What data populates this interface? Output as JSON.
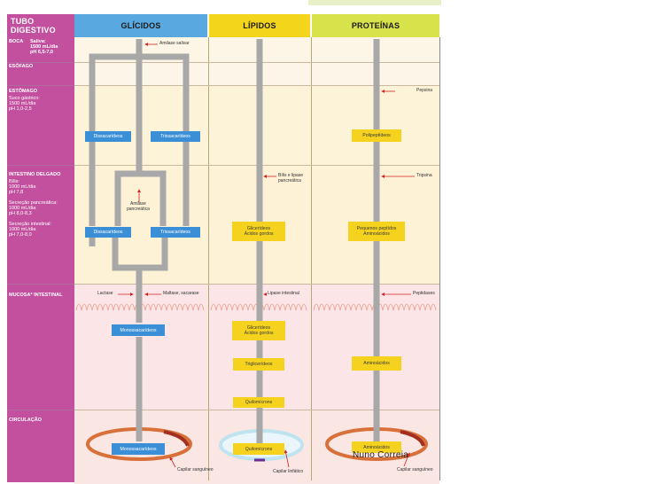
{
  "headers": {
    "digestive": "TUBO DIGESTIVO",
    "glucids": "GLÍCIDOS",
    "lipids": "LÍPIDOS",
    "proteins": "PROTEÍNAS"
  },
  "sections": {
    "mouth": {
      "title": "BOCA",
      "detail": "Saliva:\n1500 mL/dia\npH 6,5-7,0"
    },
    "esophagus": {
      "title": "ESÓFAGO"
    },
    "stomach": {
      "title": "ESTÔMAGO",
      "detail": "Suco gástrico:\n1500 mL/dia\npH 1,0-2,5"
    },
    "intestine": {
      "title": "INTESTINO DELGADO",
      "detail": "Bílis:\n1000 mL/dia\npH 7,8\n\nSecreção pancreática:\n1000 mL/dia\npH 8,0-8,3\n\nSecreção intestinal:\n1000 mL/dia\npH 7,0-8,0"
    },
    "mucosa": {
      "title": "MUCOSA* INTESTINAL"
    },
    "circulation": {
      "title": "CIRCULAÇÃO"
    }
  },
  "boxes": {
    "dissacarideos_1": "Dissacarídeos",
    "trissacarideos_1": "Trissacarídeos",
    "dissacarideos_2": "Dissacarídeos",
    "trissacarideos_2": "Trissacarídeos",
    "monossacarideos_1": "Monossacarídeos",
    "monossacarideos_2": "Monossacarídeos",
    "gliceridos_1": "Glicerídeos\nÁcidos gordos",
    "gliceridos_2": "Glicerídeos\nÁcidos gordos",
    "trigliceridos": "Triglicerídeos",
    "quilomicrons_1": "Quilomícrons",
    "quilomicrons_2": "Quilomícrons",
    "polipeptideos": "Polipeptídeos",
    "pequenos_peptidos": "Pequenos peptídos\nAminoácidos",
    "aminoacidos_1": "Aminoácidos",
    "aminoacidos_2": "Aminoácidos"
  },
  "annotations": {
    "amilase_salivar": "Amilase salivar",
    "amilase_pancreatica": "Amilase\npancreática",
    "bilis_lipase": "Bílis e lipase\npancreática",
    "pepsina": "Pepsina",
    "tripsina": "Tripsina",
    "lactase": "Lactase",
    "maltase": "Maltase, sacarase",
    "lipase_intestinal": "Lipase intestinal",
    "peptidases": "Peptidases",
    "capilar_1": "Capilar sanguíneo",
    "capilar_linfatico": "Capilar linfático",
    "capilar_2": "Capilar sanguíneo"
  },
  "watermark": "Nuno Correia",
  "colors": {
    "left_column": "#c2509e",
    "glucids_header": "#5aa8e0",
    "lipids_header": "#f3d51c",
    "proteins_header": "#d8e24a",
    "blue_box": "#3b8fd6",
    "yellow_box": "#f5d21e",
    "mucosa_band": "#fbe5e6",
    "circulation_band": "#fae6e2",
    "stomach_band": "#fdf3d8",
    "intestine_band": "#fdf1d6",
    "arrow": "#d42020"
  }
}
